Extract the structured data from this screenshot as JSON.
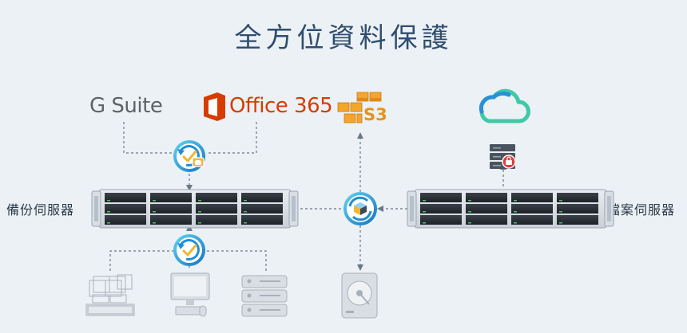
{
  "title": "全方位資料保護",
  "logos": {
    "gsuite": "G Suite",
    "office365": "Office 365",
    "s3": "S3"
  },
  "nodes": {
    "backup_server": "備份伺服器",
    "file_server": "檔案伺服器"
  },
  "colors": {
    "background": "#ecf1f5",
    "title": "#2f4d6e",
    "connector": "#6a7886",
    "office_red": "#d83b01",
    "aws_orange": "#f4a62a",
    "cloud_green": "#3fc9a6",
    "cloud_blue": "#2a8fd6",
    "badge_blue": "#0a6fb5",
    "badge_yellow": "#f2b631"
  },
  "icons": [
    "g-suite-logo",
    "office365-logo",
    "aws-s3-icon",
    "cloud-icon",
    "backup-badge-icon",
    "replication-badge-icon",
    "secured-server-icon",
    "nas-rack-icon",
    "virtual-machine-icon",
    "pc-icon",
    "server-icon",
    "hard-drive-icon"
  ]
}
